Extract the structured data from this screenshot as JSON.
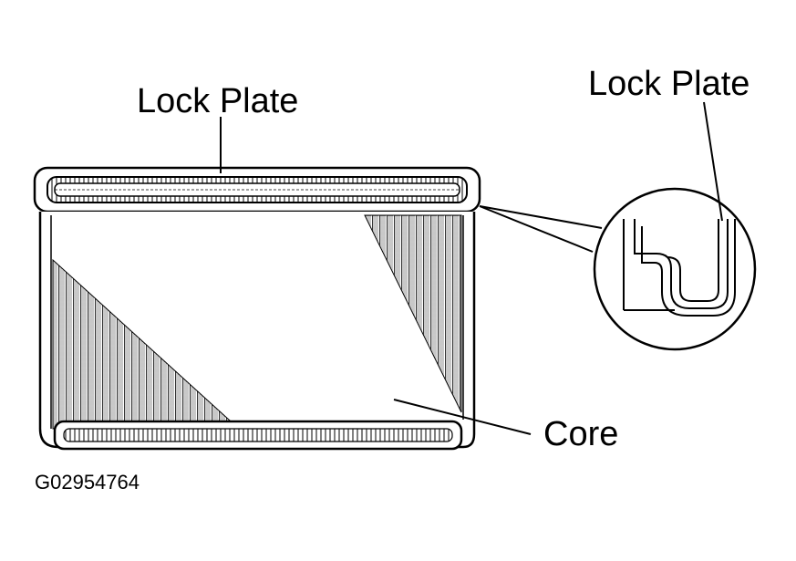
{
  "labels": {
    "lock_plate_left": "Lock Plate",
    "lock_plate_right": "Lock Plate",
    "core": "Core",
    "figure_id": "G02954764"
  },
  "colors": {
    "line": "#000000",
    "background": "#ffffff",
    "shading": "#555555"
  }
}
